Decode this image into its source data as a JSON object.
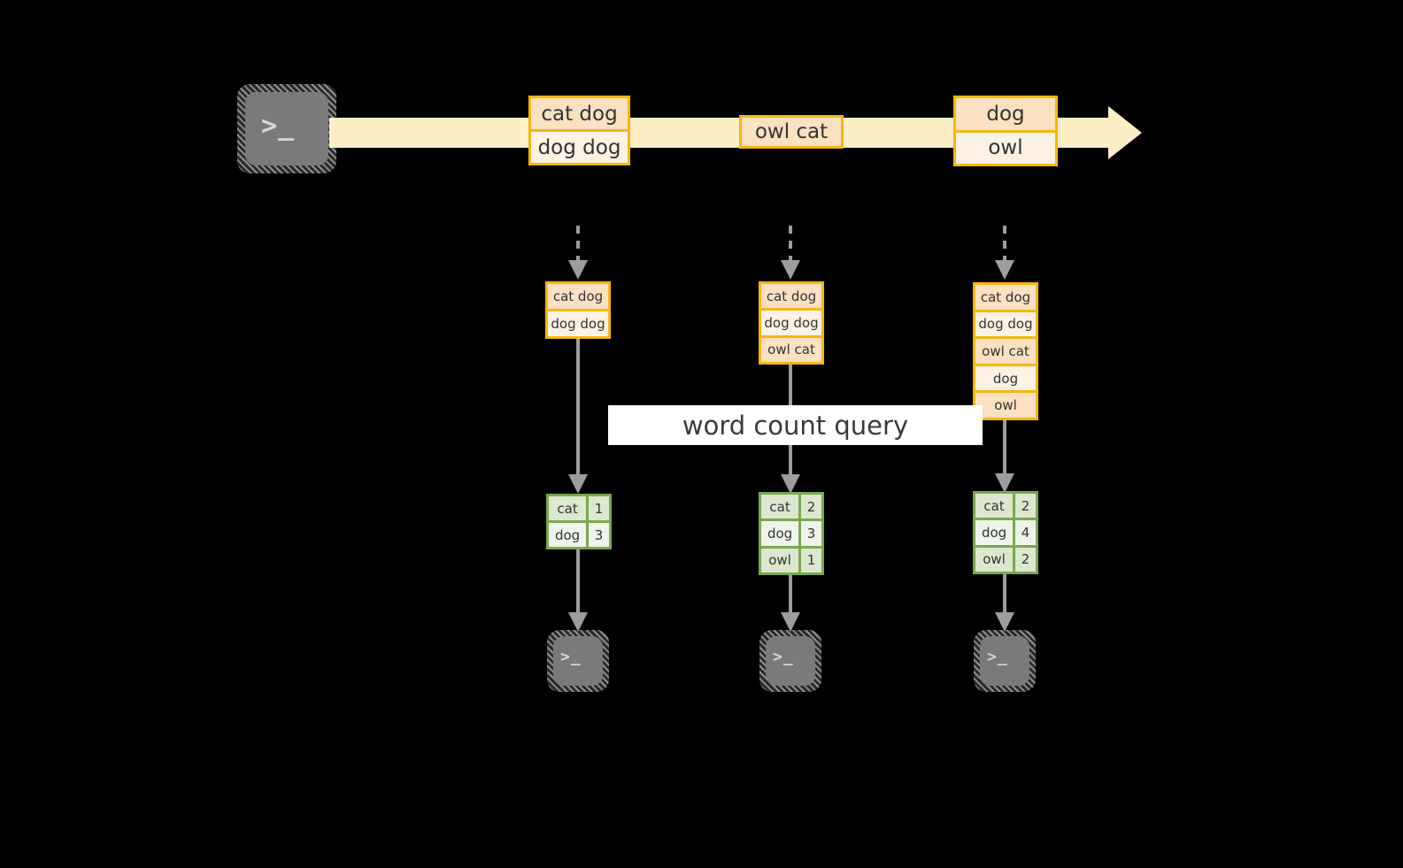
{
  "diagram": {
    "title_banner": "word count query",
    "colors": {
      "background": "#000000",
      "record_border": "#f5b711",
      "record_fill_dark": "#fce0c2",
      "record_fill_light": "#fdf2e4",
      "stream_band": "#fdeec6",
      "result_border": "#7aa84f",
      "result_fill_dark": "#dce7d0",
      "result_fill_light": "#eff4ea",
      "arrow": "#9d9d9d",
      "terminal_body": "#7a7a7a",
      "banner_fill": "#ffffff"
    },
    "terminal_glyph": ">_",
    "stream": {
      "source_icon": "terminal-icon",
      "records": [
        {
          "cells": [
            "cat dog",
            "dog dog"
          ]
        },
        {
          "cells": [
            "owl cat"
          ]
        },
        {
          "cells": [
            "dog",
            "owl"
          ]
        }
      ]
    },
    "snapshots": [
      {
        "label": "snapshot-1",
        "input_rows": [
          "cat dog",
          "dog dog"
        ],
        "result_rows": [
          {
            "word": "cat",
            "count": "1"
          },
          {
            "word": "dog",
            "count": "3"
          }
        ]
      },
      {
        "label": "snapshot-2",
        "input_rows": [
          "cat dog",
          "dog dog",
          "owl cat"
        ],
        "result_rows": [
          {
            "word": "cat",
            "count": "2"
          },
          {
            "word": "dog",
            "count": "3"
          },
          {
            "word": "owl",
            "count": "1"
          }
        ]
      },
      {
        "label": "snapshot-3",
        "input_rows": [
          "cat dog",
          "dog dog",
          "owl cat",
          "dog",
          "owl"
        ],
        "result_rows": [
          {
            "word": "cat",
            "count": "2"
          },
          {
            "word": "dog",
            "count": "4"
          },
          {
            "word": "owl",
            "count": "2"
          }
        ]
      }
    ]
  }
}
